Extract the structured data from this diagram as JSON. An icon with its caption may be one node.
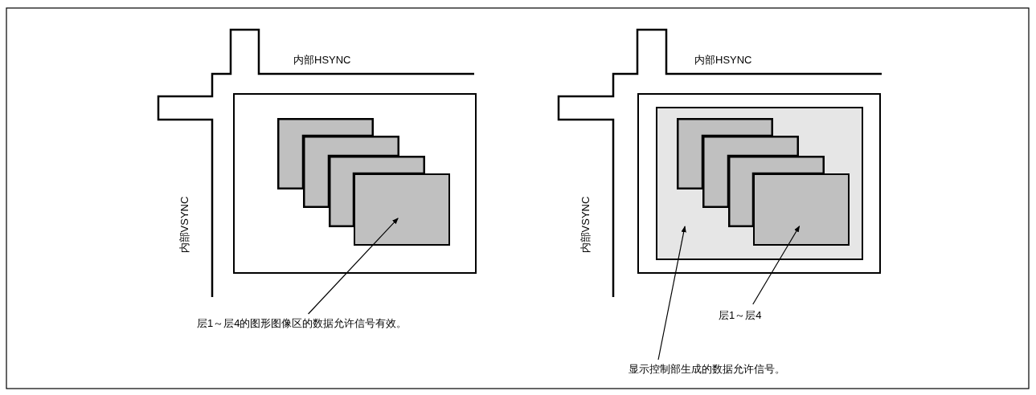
{
  "diagram": {
    "nodes": [
      {
        "text": [],
        "shape": "box"
      },
      {
        "text": [],
        "shape": "box",
        "in": 0
      },
      {
        "text": [],
        "shape": "box",
        "in": 0
      },
      {
        "text": [],
        "shape": "box",
        "in": 0
      },
      {
        "text": [],
        "shape": "box",
        "in": 0
      },
      {
        "text": [
          "层1～层4的图形图像区的数据允许信号有效。"
        ]
      },
      {
        "text": [],
        "shape": "box"
      },
      {
        "text": [],
        "shape": "box",
        "in": 6
      },
      {
        "text": [],
        "shape": "box",
        "in": 7
      },
      {
        "text": [],
        "shape": "box",
        "in": 7
      },
      {
        "text": [],
        "shape": "box",
        "in": 7
      },
      {
        "text": [],
        "shape": "box",
        "in": 7
      },
      {
        "text": [
          "层1～层4"
        ]
      },
      {
        "text": [
          "显示控制部生成的数据允许信号。"
        ]
      }
    ],
    "edges": [
      {
        "from": 5,
        "to": 4,
        "arrow": "to"
      },
      {
        "from": 12,
        "to": 11,
        "arrow": "to"
      },
      {
        "from": 13,
        "to": 7,
        "arrow": "to"
      }
    ],
    "labels": [
      "内部HSYNC",
      "内部VSYNC",
      "内部HSYNC",
      "内部VSYNC"
    ]
  }
}
